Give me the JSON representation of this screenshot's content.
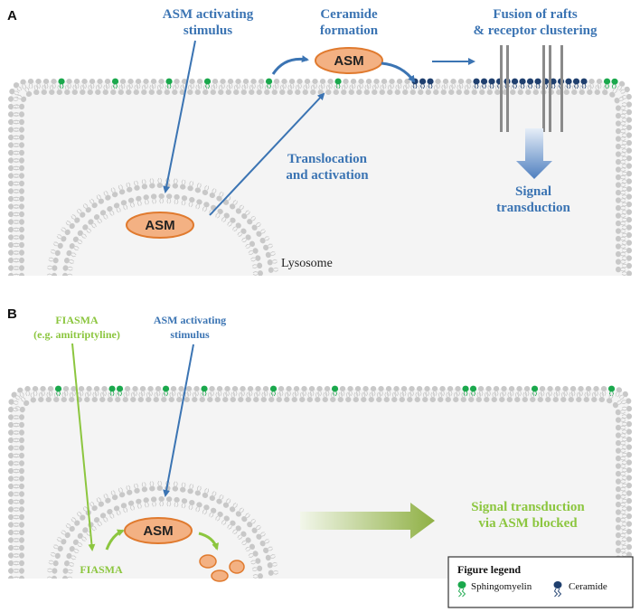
{
  "panel_a": {
    "label": "A",
    "stimulus_line1": "ASM activating",
    "stimulus_line2": "stimulus",
    "ceramide_line1": "Ceramide",
    "ceramide_line2": "formation",
    "fusion_line1": "Fusion of rafts",
    "fusion_line2": "& receptor clustering",
    "translocation_line1": "Translocation",
    "translocation_line2": "and activation",
    "signal_line1": "Signal",
    "signal_line2": "transduction",
    "asm_membrane": "ASM",
    "asm_lysosome": "ASM",
    "lysosome_label": "Lysosome"
  },
  "panel_b": {
    "label": "B",
    "fiasma_line1": "FIASMA",
    "fiasma_line2": "(e.g. amitriptyline)",
    "stimulus_line1": "ASM activating",
    "stimulus_line2": "stimulus",
    "asm_lysosome": "ASM",
    "fiasma_small": "FIASMA",
    "blocked_line1": "Signal transduction",
    "blocked_line2": "via ASM blocked"
  },
  "legend": {
    "title": "Figure legend",
    "sphingomyelin": "Sphingomyelin",
    "ceramide": "Ceramide"
  },
  "colors": {
    "blue_text": "#3b74b3",
    "green_text": "#8cc63f",
    "asm_fill": "#f3b183",
    "asm_stroke": "#e07a2e",
    "sphingomyelin": "#1aa84c",
    "ceramide": "#1f3f6e",
    "lipid_gray": "#c8c8c8",
    "cell_fill": "#f4f4f4"
  }
}
